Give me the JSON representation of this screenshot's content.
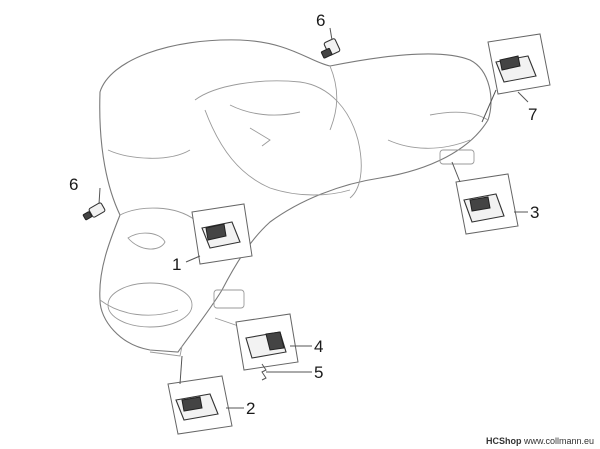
{
  "labels": {
    "l1": "1",
    "l2": "2",
    "l3": "3",
    "l4": "4",
    "l5": "5",
    "l6a": "6",
    "l6b": "6",
    "l7": "7"
  },
  "watermark": {
    "brand": "HCShop",
    "url": "www.collmann.eu"
  }
}
